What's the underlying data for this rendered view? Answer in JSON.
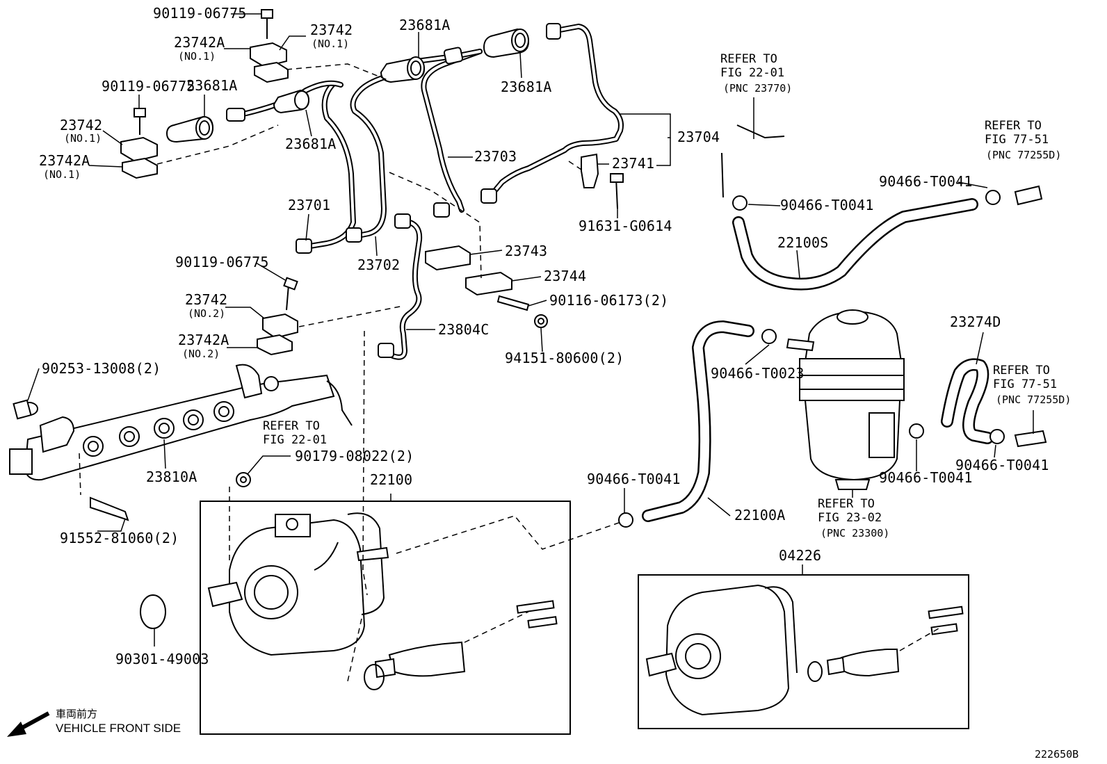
{
  "diagram_code": "222650B",
  "front_side": {
    "jp": "車両前方",
    "en": "VEHICLE FRONT SIDE"
  },
  "labels": {
    "bolt_a": "90119-06775",
    "clamp_23742_a": "23742",
    "clamp_23742_a_no": "(NO.1)",
    "clamp_23742A_a": "23742A",
    "clamp_23742A_a_no": "(NO.1)",
    "seal_23681A_top": "23681A",
    "seal_23681A_right": "23681A",
    "bolt_b": "90119-06775",
    "seal_23681A_left": "23681A",
    "clamp_23742_b": "23742",
    "clamp_23742_b_no": "(NO.1)",
    "clamp_23742A_b": "23742A",
    "clamp_23742A_b_no": "(NO.1)",
    "seal_23681A_mid": "23681A",
    "pipe_23703": "23703",
    "pipe_23704": "23704",
    "bracket_23741": "23741",
    "bolt_91631": "91631-G0614",
    "pipe_23701": "23701",
    "pipe_23702": "23702",
    "clamp_23743": "23743",
    "clamp_23744": "23744",
    "bolt_c": "90119-06775",
    "stud_90116": "90116-06173(2)",
    "clamp_23742_c": "23742",
    "clamp_23742_c_no": "(NO.2)",
    "pipe_23804C": "23804C",
    "nut_94151": "94151-80600(2)",
    "clamp_23742A_c": "23742A",
    "clamp_23742A_c_no": "(NO.2)",
    "plug_90253": "90253-13008(2)",
    "rail_23810A": "23810A",
    "nut_90179": "90179-08022(2)",
    "bolt_91552": "91552-81060(2)",
    "oring_90301": "90301-49003",
    "pump_22100": "22100",
    "kit_04226": "04226",
    "hose_22100S": "22100S",
    "hose_22100A": "22100A",
    "hose_23274D": "23274D",
    "clip_t0041_a": "90466-T0041",
    "clip_t0041_b": "90466-T0041",
    "clip_t0023": "90466-T0023",
    "clip_t0041_c": "90466-T0041",
    "clip_t0041_d": "90466-T0041",
    "clip_t0041_e": "90466-T0041"
  },
  "refs": {
    "fig_22_01_top": [
      "REFER TO",
      "FIG 22-01",
      "(PNC 23770)"
    ],
    "fig_77_51_top": [
      "REFER TO",
      "FIG 77-51",
      "(PNC 77255D)"
    ],
    "fig_77_51_mid": [
      "REFER TO",
      "FIG 77-51",
      "(PNC 77255D)"
    ],
    "fig_22_01_rail": [
      "REFER TO",
      "FIG 22-01"
    ],
    "fig_23_02": [
      "REFER TO",
      "FIG 23-02",
      "(PNC 23300)"
    ]
  }
}
